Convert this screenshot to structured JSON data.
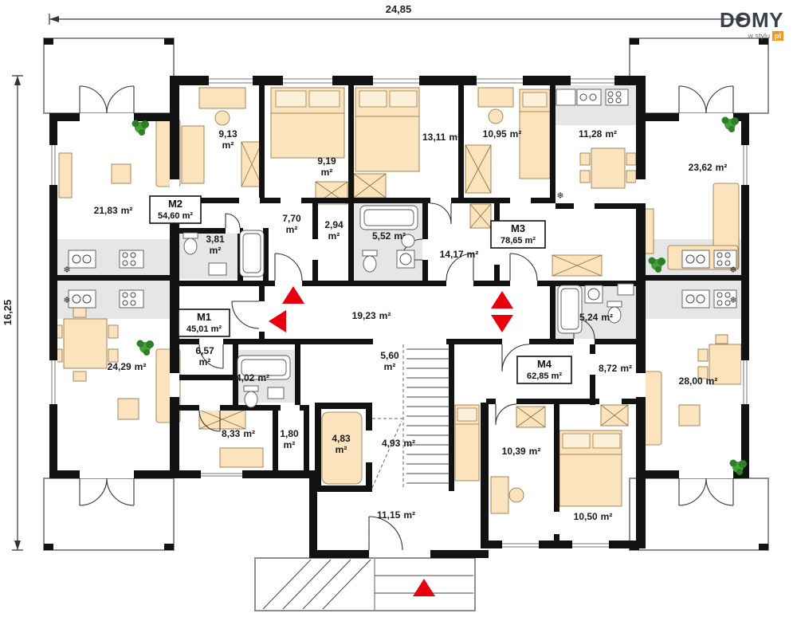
{
  "logo": {
    "name": "DOMY",
    "tagline": "w stylu",
    "tld": "pl"
  },
  "dimensions": {
    "width": "24,85",
    "height": "16,25"
  },
  "icons": {
    "snowflake": "❄"
  },
  "colors": {
    "wall": "#121212",
    "furniture": "#fbe4bd",
    "kitchen_floor": "#e6e6e6",
    "accent_red": "#e8000f",
    "plant_green": "#47a13b",
    "logo_orange": "#f7941d"
  },
  "apartments": [
    {
      "id": "M1",
      "area": "45,01 m²"
    },
    {
      "id": "M2",
      "area": "54,60 m²"
    },
    {
      "id": "M3",
      "area": "78,65 m²"
    },
    {
      "id": "M4",
      "area": "62,85 m²"
    }
  ],
  "rooms": [
    {
      "value": "9,13",
      "unit": "m²"
    },
    {
      "value": "9,19",
      "unit": "m²"
    },
    {
      "value": "13,11",
      "unit": "m²"
    },
    {
      "value": "10,95",
      "unit": "m²"
    },
    {
      "value": "11,28",
      "unit": "m²"
    },
    {
      "value": "23,62",
      "unit": "m²"
    },
    {
      "value": "21,83",
      "unit": "m²"
    },
    {
      "value": "7,70",
      "unit": "m²"
    },
    {
      "value": "2,94",
      "unit": "m²"
    },
    {
      "value": "3,81",
      "unit": "m²"
    },
    {
      "value": "5,52",
      "unit": "m²"
    },
    {
      "value": "14,17",
      "unit": "m²"
    },
    {
      "value": "19,23",
      "unit": "m²"
    },
    {
      "value": "6,57",
      "unit": "m²"
    },
    {
      "value": "4,02",
      "unit": "m²"
    },
    {
      "value": "5,24",
      "unit": "m²"
    },
    {
      "value": "8,72",
      "unit": "m²"
    },
    {
      "value": "24,29",
      "unit": "m²"
    },
    {
      "value": "28,00",
      "unit": "m²"
    },
    {
      "value": "5,60",
      "unit": "m²"
    },
    {
      "value": "8,33",
      "unit": "m²"
    },
    {
      "value": "1,80",
      "unit": "m²"
    },
    {
      "value": "4,83",
      "unit": "m²"
    },
    {
      "value": "4,93",
      "unit": "m²"
    },
    {
      "value": "10,39",
      "unit": "m²"
    },
    {
      "value": "10,50",
      "unit": "m²"
    },
    {
      "value": "11,15",
      "unit": "m²"
    }
  ]
}
